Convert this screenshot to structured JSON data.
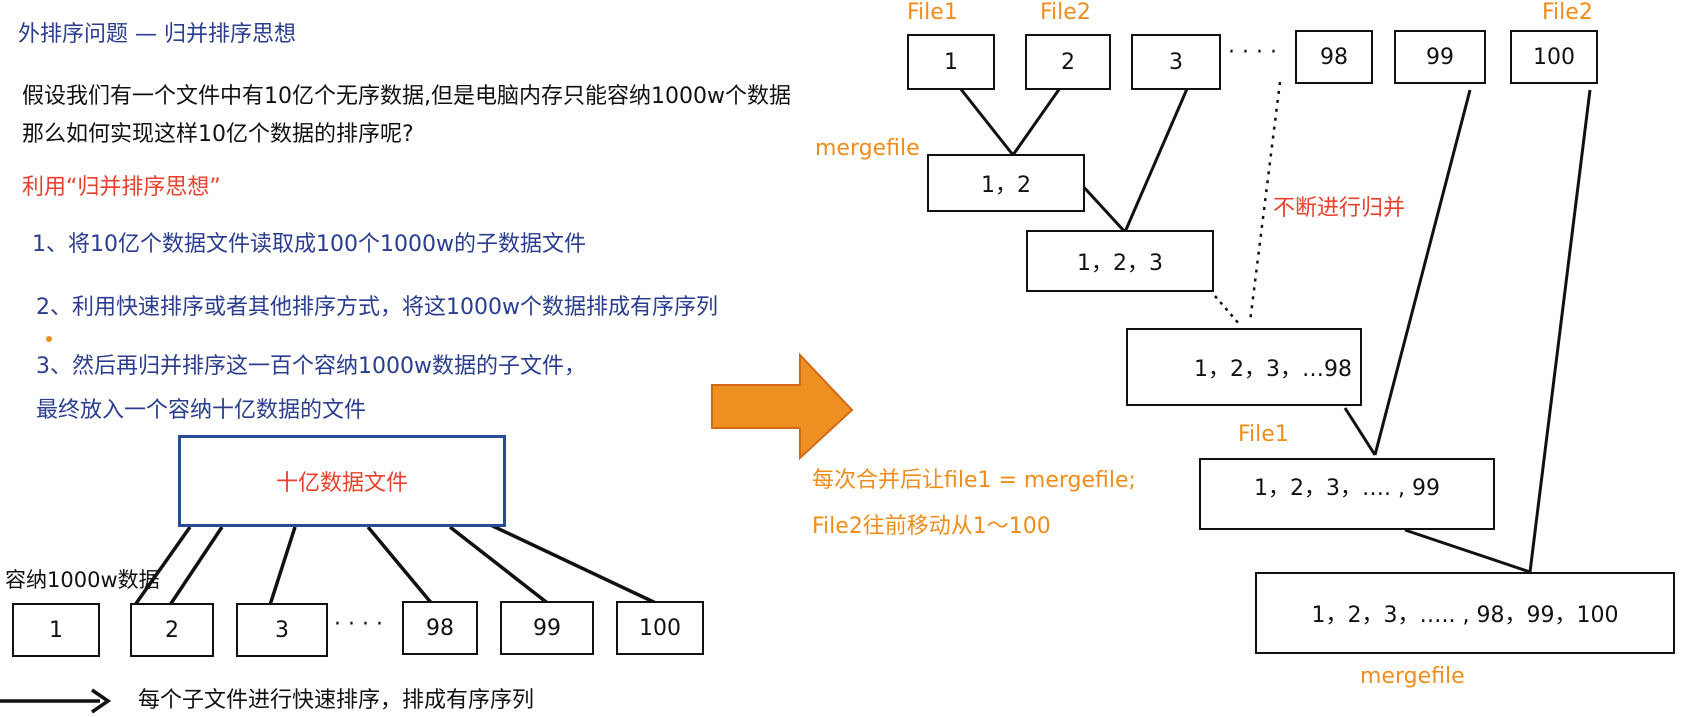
{
  "left": {
    "title": "外排序问题 — 归并排序思想",
    "intro_line1": "假设我们有一个文件中有10亿个无序数据,但是电脑内存只能容纳1000w个数据",
    "intro_line2": "那么如何实现这样10亿个数据的排序呢?",
    "method": "利用“归并排序思想”",
    "steps": [
      "1、将10亿个数据文件读取成100个1000w的子数据文件",
      "2、利用快速排序或者其他排序方式，将这1000w个数据排成有序序列",
      "3、然后再归并排序这一百个容纳1000w数据的子文件，",
      "最终放入一个容纳十亿数据的文件"
    ],
    "big_file_label": "十亿数据文件",
    "capacity_label": "容纳1000w数据",
    "sub_files": [
      "1",
      "2",
      "3",
      "98",
      "99",
      "100"
    ],
    "dots": "· · · ·",
    "bottom_note": "每个子文件进行快速排序，排成有序序列"
  },
  "right": {
    "file1_label": "File1",
    "file2_label": "File2",
    "file2_label_right": "File2",
    "top_files": [
      "1",
      "2",
      "3",
      "98",
      "99",
      "100"
    ],
    "dots": "· · · ·",
    "mergefile_label": "mergefile",
    "merge_steps": [
      "1，2",
      "1，2，3",
      "1，2，3，…98",
      "1，2，3，…. , 99",
      "1，2，3，….. , 98，99，100"
    ],
    "continue_label": "不断进行归并",
    "file1_mid_label": "File1",
    "note_line1": "每次合并后让file1 = mergefile;",
    "note_line2": "File2往前移动从1～100",
    "mergefile_bottom_label": "mergefile"
  },
  "colors": {
    "blue_text": "#2a3d8f",
    "red_text": "#e8412c",
    "orange_text": "#f08d1a",
    "arrow_fill": "#ee8f22",
    "box_border_blue": "#2a4a9a"
  }
}
